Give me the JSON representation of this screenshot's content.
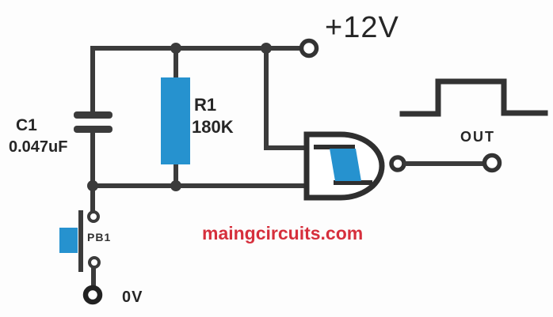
{
  "labels": {
    "supply": "+12V",
    "capacitor_ref": "C1",
    "capacitor_value": "0.047uF",
    "resistor_ref": "R1",
    "resistor_value": "180K",
    "pushbutton_ref": "PB1",
    "ground": "0V",
    "output": "OUT",
    "watermark": "maingcircuits.com"
  },
  "colors": {
    "wire": "#3b3b3b",
    "component_blue": "#2692cf",
    "watermark_red": "#d62f3c",
    "label_text": "#262626"
  },
  "components": {
    "gate": "schmitt-trigger-nand-gate",
    "capacitor": "non-polarized-capacitor",
    "resistor": "resistor-box",
    "switch": "pushbutton-normally-open",
    "waveform": "output-pulse-waveform"
  }
}
